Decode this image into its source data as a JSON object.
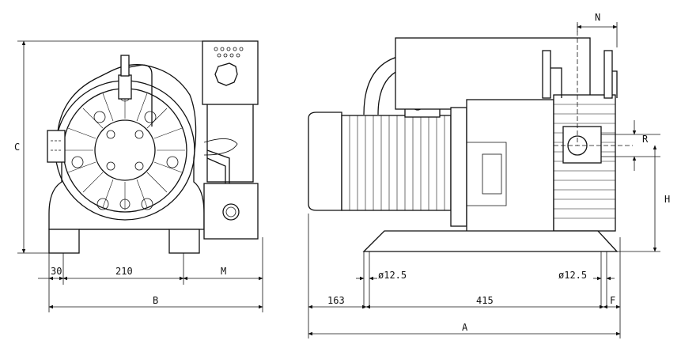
{
  "figure": {
    "type": "technical dimension drawing",
    "views": [
      "front-view",
      "side-view"
    ]
  },
  "dimensions": {
    "front": {
      "c": "C",
      "foot_width": "30",
      "bolt_spacing": "210",
      "m": "M",
      "b": "B"
    },
    "side": {
      "n": "N",
      "r": "R",
      "h": "H",
      "hole_left": "ø12.5",
      "hole_right": "ø12.5",
      "offset_left": "163",
      "bolt_spacing": "415",
      "f": "F",
      "a": "A"
    }
  }
}
